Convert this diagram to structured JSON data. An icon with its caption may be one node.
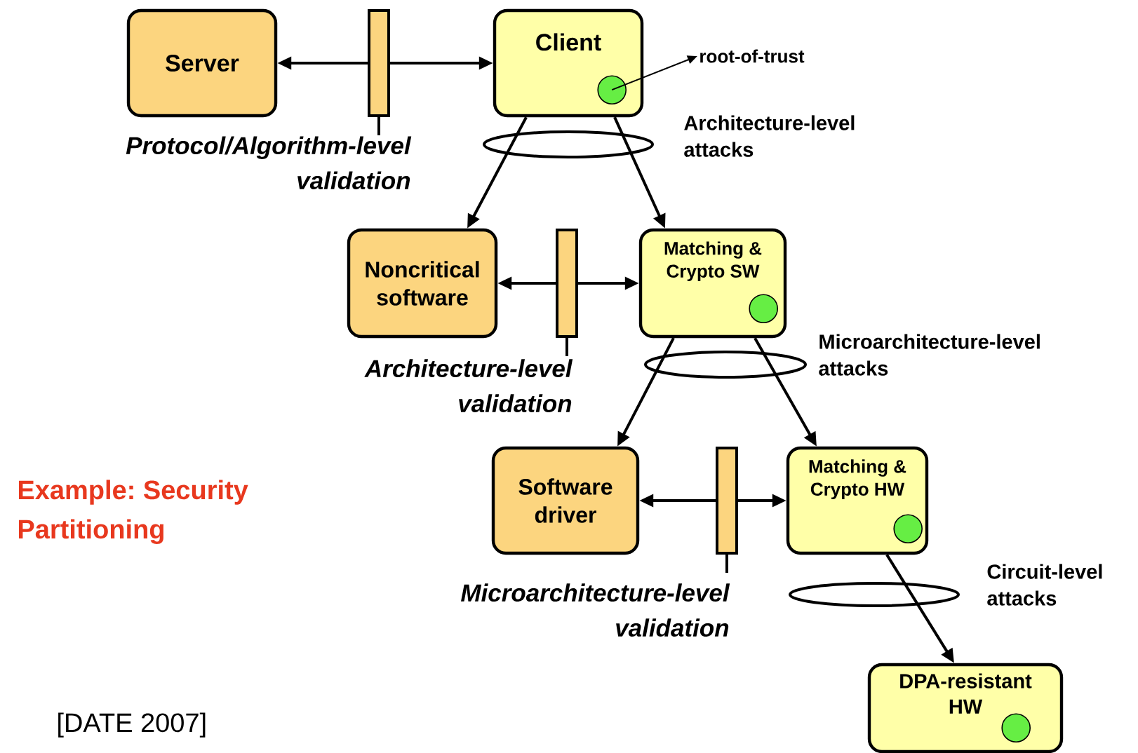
{
  "diagram": {
    "nodes": [
      {
        "text": [
          "Server"
        ]
      },
      {
        "text": [],
        "shape": "bar",
        "beside": [
          "Protocol/Algorithm-level validation"
        ]
      },
      {
        "text": [
          "Client"
        ]
      },
      {
        "text": [],
        "shape": "circle",
        "in": 2
      },
      {
        "text": [
          "root-of-trust"
        ]
      },
      {
        "text": [
          "Noncritical software"
        ]
      },
      {
        "text": [],
        "shape": "bar",
        "beside": [
          "Architecture-level validation"
        ]
      },
      {
        "text": [
          "Matching & Crypto SW"
        ]
      },
      {
        "text": [],
        "shape": "circle",
        "in": 7
      },
      {
        "text": [
          "Software driver"
        ]
      },
      {
        "text": [],
        "shape": "bar",
        "beside": [
          "Microarchitecture-level validation"
        ]
      },
      {
        "text": [
          "Matching & Crypto HW"
        ]
      },
      {
        "text": [],
        "shape": "circle",
        "in": 11
      },
      {
        "text": [
          "DPA-resistant HW"
        ]
      },
      {
        "text": [],
        "shape": "circle",
        "in": 13
      }
    ],
    "edges": [
      {
        "from": 1,
        "to": 0,
        "arrow": "to"
      },
      {
        "from": 1,
        "to": 2,
        "arrow": "to"
      },
      {
        "from": 3,
        "to": 4,
        "arrow": "to"
      },
      {
        "from": 2,
        "to": 5,
        "arrow": "to"
      },
      {
        "from": 2,
        "to": 7,
        "arrow": "to"
      },
      {
        "from": 6,
        "to": 5,
        "arrow": "to"
      },
      {
        "from": 6,
        "to": 7,
        "arrow": "to"
      },
      {
        "from": 7,
        "to": 9,
        "arrow": "to"
      },
      {
        "from": 7,
        "to": 11,
        "arrow": "to"
      },
      {
        "from": 10,
        "to": 9,
        "arrow": "to"
      },
      {
        "from": 10,
        "to": 11,
        "arrow": "to"
      },
      {
        "from": 11,
        "to": 13,
        "arrow": "to"
      }
    ],
    "labels": [
      "Architecture-level attacks",
      "Microarchitecture-level attacks",
      "Example: Security Partitioning",
      "Circuit-level attacks",
      "[DATE 2007]"
    ]
  }
}
